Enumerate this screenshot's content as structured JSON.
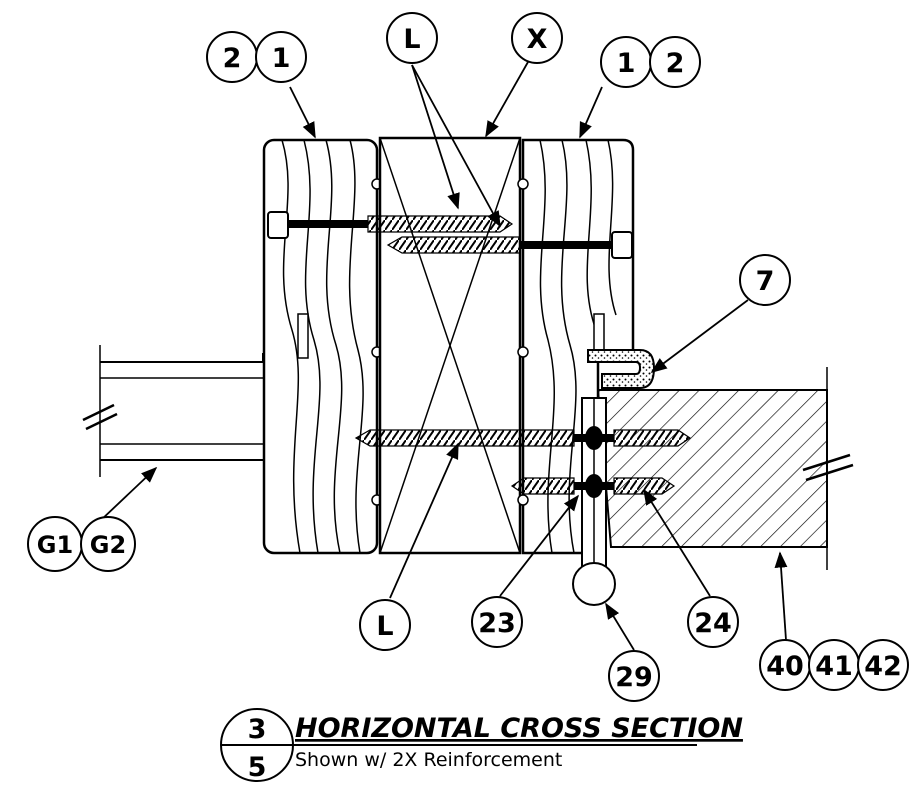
{
  "callouts": {
    "top_left_a": "2",
    "top_left_b": "1",
    "top_l": "L",
    "top_x": "X",
    "top_right_a": "1",
    "top_right_b": "2",
    "item_7": "7",
    "g_a": "G1",
    "g_b": "G2",
    "bottom_l": "L",
    "item_23": "23",
    "item_24": "24",
    "item_29": "29",
    "item_40": "40",
    "item_41": "41",
    "item_42": "42"
  },
  "title_block": {
    "detail_number": "3",
    "sheet_number": "5",
    "title": "HORIZONTAL CROSS SECTION",
    "subtitle": "Shown w/ 2X Reinforcement"
  }
}
